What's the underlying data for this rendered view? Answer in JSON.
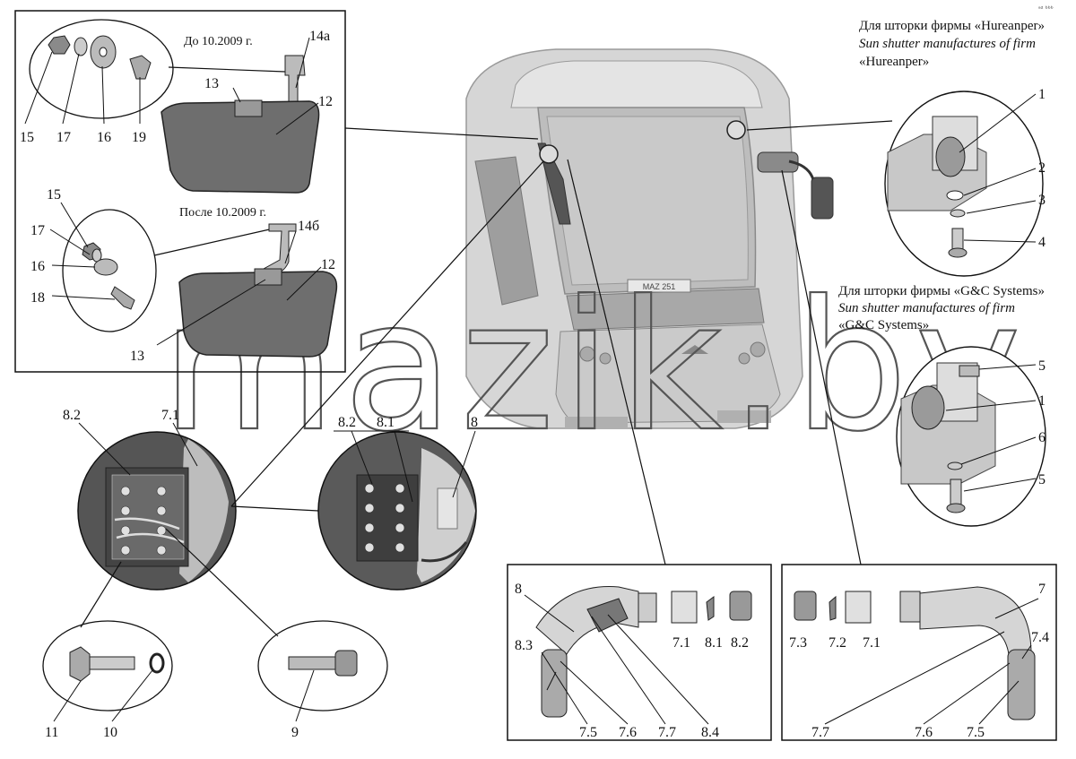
{
  "colors": {
    "line": "#111111",
    "part_dark": "#6e6e6e",
    "part_mid": "#9a9a9a",
    "bus_body": "#cfcfcf",
    "watermark": "#555555"
  },
  "watermark": "mazik.by",
  "bus_plate": "MAZ 251",
  "corner_mark": "ᵃ² ᵇᵇᵇ",
  "captions": {
    "hureanper_ru": "Для шторки фирмы «Hureanper»",
    "hureanper_en_1": "Sun shutter manufactures  of  firm",
    "hureanper_en_2": "«Hureanper»",
    "gc_ru": "Для шторки фирмы «G&C Systems»",
    "gc_en_1": "Sun shutter manufactures  of  firm",
    "gc_en_2": "«G&C Systems»"
  },
  "notes": {
    "before": "До 10.2009 г.",
    "after": "После  10.2009 г."
  },
  "labels": {
    "top_15": "15",
    "top_17": "17",
    "top_16": "16",
    "top_19": "19",
    "top_13": "13",
    "top_14a": "14а",
    "top_12": "12",
    "bot_15": "15",
    "bot_17": "17",
    "bot_16": "16",
    "bot_18": "18",
    "bot_13": "13",
    "bot_14b": "14б",
    "bot_12": "12",
    "m82": "8.2",
    "m71": "7.1",
    "n11": "11",
    "n10": "10",
    "n9": "9",
    "c82": "8.2",
    "c81": "8.1",
    "c8": "8",
    "h1": "1",
    "h2": "2",
    "h3": "3",
    "h4": "4",
    "g5a": "5",
    "g1": "1",
    "g6": "6",
    "g5b": "5",
    "l8": "8",
    "l83": "8.3",
    "l71": "7.1",
    "l81": "8.1",
    "l82": "8.2",
    "l75": "7.5",
    "l76": "7.6",
    "l77": "7.7",
    "l84": "8.4",
    "r7": "7",
    "r74": "7.4",
    "r73": "7.3",
    "r72": "7.2",
    "r71": "7.1",
    "r77": "7.7",
    "r76": "7.6",
    "r75": "7.5"
  }
}
